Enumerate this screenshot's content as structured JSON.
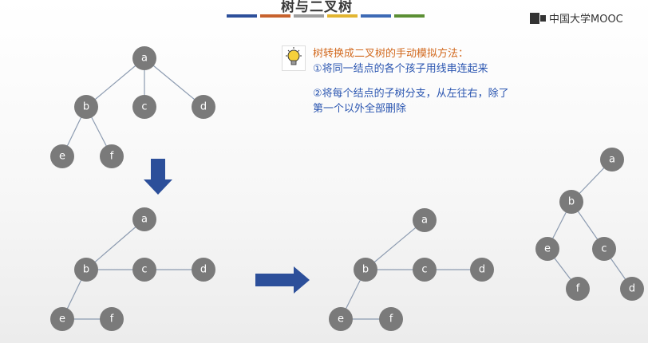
{
  "header": {
    "title": "树与二叉树",
    "bar_colors": [
      "#2c4f9a",
      "#c7622d",
      "#9e9e9e",
      "#e2b531",
      "#3d6ab5",
      "#5b8f34"
    ]
  },
  "brand": {
    "text": "中国大学MOOC",
    "icon": "mooc-logo-icon"
  },
  "tip": {
    "icon": "lightbulb-icon",
    "title": "树转换成二叉树的手动模拟方法：",
    "rule1": "①将同一结点的各个孩子用线串连起来",
    "rule2": "②将每个结点的子树分支，从左往右，除了第一个以外全部删除"
  },
  "arrows": {
    "down": "down-arrow-icon",
    "right": "right-arrow-icon"
  },
  "trees": {
    "original": {
      "nodes": [
        "a",
        "b",
        "c",
        "d",
        "e",
        "f"
      ],
      "edges": [
        [
          "a",
          "b"
        ],
        [
          "a",
          "c"
        ],
        [
          "a",
          "d"
        ],
        [
          "b",
          "e"
        ],
        [
          "b",
          "f"
        ]
      ]
    },
    "siblings_linked": {
      "nodes": [
        "a",
        "b",
        "c",
        "d",
        "e",
        "f"
      ],
      "edges": [
        [
          "a",
          "b"
        ],
        [
          "b",
          "c"
        ],
        [
          "c",
          "d"
        ],
        [
          "b",
          "e"
        ],
        [
          "e",
          "f"
        ]
      ]
    },
    "first_child_only": {
      "nodes": [
        "a",
        "b",
        "c",
        "d",
        "e",
        "f"
      ],
      "edges": [
        [
          "a",
          "b"
        ],
        [
          "b",
          "c"
        ],
        [
          "c",
          "d"
        ],
        [
          "b",
          "e"
        ],
        [
          "e",
          "f"
        ]
      ]
    },
    "binary": {
      "nodes": [
        "a",
        "b",
        "e",
        "c",
        "f",
        "d"
      ],
      "edges": [
        [
          "a",
          "b"
        ],
        [
          "b",
          "e"
        ],
        [
          "b",
          "c"
        ],
        [
          "e",
          "f"
        ],
        [
          "c",
          "d"
        ]
      ]
    }
  }
}
